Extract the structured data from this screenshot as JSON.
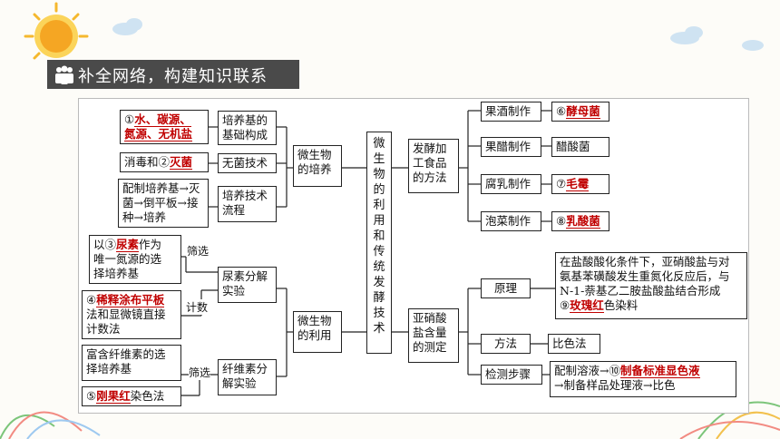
{
  "header": {
    "title": "补全网络，构建知识联系"
  },
  "center": {
    "text": "微生物的利用和传统发酵技术"
  },
  "left": {
    "cultivation": "微生物的培养",
    "utilization": "微生物的利用",
    "medium_basis": "培养基的基础构成",
    "sterile_tech": "无菌技术",
    "culture_process": "培养技术流程",
    "urea_exp": "尿素分解实验",
    "cellulose_exp": "纤维素分解实验",
    "ans1_prefix": "①",
    "ans1_a": "水、碳源、",
    "ans1_b": "氮源、无机盐",
    "disinfect_prefix": "消毒和②",
    "ans2": "灭菌",
    "process_detail_1": "配制培养基→灭",
    "process_detail_2": "菌→倒平板→接",
    "process_detail_3": "种→培养",
    "urea_sel_1a": "以③",
    "ans3": "尿素",
    "urea_sel_1b": "作为",
    "urea_sel_2": "唯一氮源的选",
    "urea_sel_3": "择培养基",
    "label_screen1": "筛选",
    "label_count": "计数",
    "ans4_prefix": "④",
    "ans4": "稀释涂布平板",
    "count_2": "法和显微镜直接",
    "count_3": "计数法",
    "label_screen2": "筛选",
    "cell_sel_1": "富含纤维素的选",
    "cell_sel_2": "择培养基",
    "ans5_prefix": "⑤",
    "ans5": "刚果红",
    "ans5_suffix": "染色法"
  },
  "right": {
    "ferment_food": "发酵加工食品的方法",
    "nitrite": "亚硝酸盐含量的测定",
    "wine": "果酒制作",
    "vinegar": "果醋制作",
    "sufu": "腐乳制作",
    "pickle": "泡菜制作",
    "ans6_prefix": "⑥",
    "ans6": "酵母菌",
    "vinegar_bac": "醋酸菌",
    "ans7_prefix": "⑦",
    "ans7": "毛霉",
    "ans8_prefix": "⑧",
    "ans8": "乳酸菌",
    "principle": "原理",
    "method": "方法",
    "steps": "检测步骤",
    "principle_1": "在盐酸酸化条件下，亚硝酸盐与对",
    "principle_2": "氨基苯磺酸发生重氮化反应后，与",
    "principle_3": "N-1-萘基乙二胺盐酸盐结合形成",
    "ans9_prefix": "⑨",
    "ans9": "玫瑰红",
    "ans9_suffix": "色染料",
    "colorimetric": "比色法",
    "steps_1a": "配制溶液→⑩",
    "ans10": "制备标准显色液",
    "steps_2": "→制备样品处理液→比色"
  },
  "colors": {
    "answer": "#c00000",
    "header_bg": "#4a4a4a",
    "sun": "#f5b82e"
  }
}
